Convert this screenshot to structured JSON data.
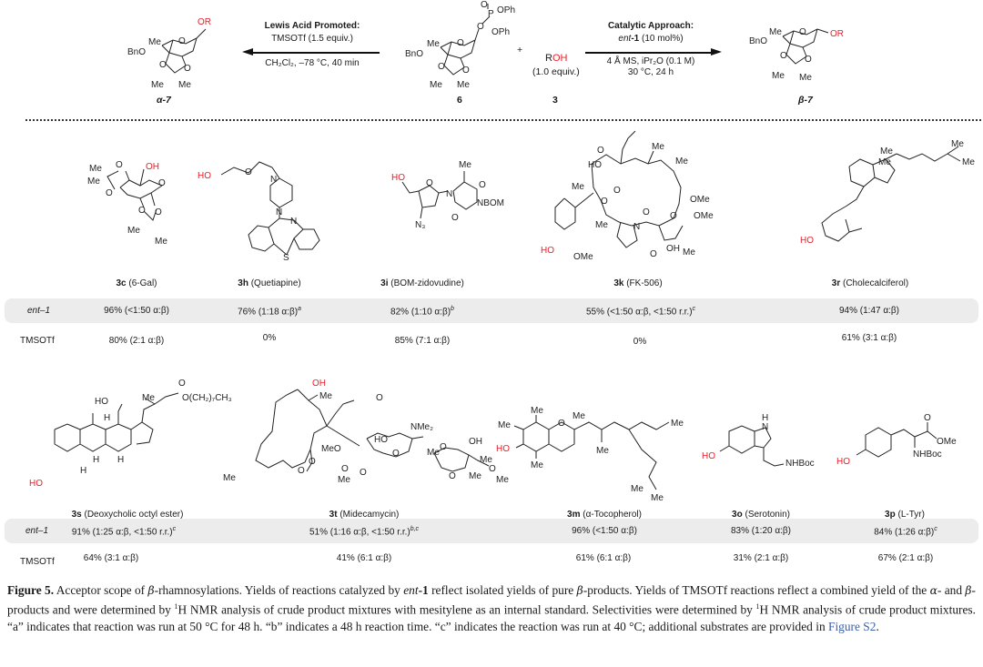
{
  "scheme": {
    "left_product": {
      "label": "α-7",
      "substituent": "OR",
      "groups": [
        "Me",
        "BnO",
        "O",
        "O",
        "O",
        "Me",
        "Me"
      ]
    },
    "left_conditions": {
      "title": "Lewis Acid Promoted:",
      "line1": "TMSOTf (1.5 equiv.)",
      "line2": "CH₂Cl₂, –78 °C, 40 min"
    },
    "donor": {
      "label": "6",
      "groups": [
        "O",
        "P",
        "OPh",
        "OPh",
        "O",
        "Me",
        "BnO",
        "O",
        "O",
        "O",
        "Me",
        "Me"
      ]
    },
    "plus": "+",
    "acceptor": {
      "label": "3",
      "r": "R",
      "oh": "OH",
      "equiv": "(1.0 equiv.)"
    },
    "right_conditions": {
      "title": "Catalytic Approach:",
      "cat_italic": "ent",
      "cat_bold": "-1",
      "cat_rest": " (10 mol%)",
      "line2": "4 Å MS, iPr₂O (0.1 M)",
      "line3": "30 °C, 24 h"
    },
    "right_product": {
      "label": "β-7",
      "substituent": "OR",
      "groups": [
        "Me",
        "BnO",
        "O",
        "O",
        "O",
        "Me",
        "Me"
      ]
    }
  },
  "table": {
    "row_labels": {
      "catalyst": "ent–1",
      "lewis": "TMSOTf"
    },
    "row1": [
      {
        "id": "3c",
        "name": "(6-Gal)",
        "catalyst": "96% (<1:50 α:β)",
        "lewis": "80% (2:1 α:β)"
      },
      {
        "id": "3h",
        "name": "(Quetiapine)",
        "catalyst": "76% (1:18 α:β)",
        "catalyst_note": "a",
        "lewis": "0%"
      },
      {
        "id": "3i",
        "name": "(BOM-zidovudine)",
        "catalyst": "82% (1:10 α:β)",
        "catalyst_note": "b",
        "lewis": "85% (7:1 α:β)"
      },
      {
        "id": "3k",
        "name": "(FK-506)",
        "catalyst": "55% (<1:50 α:β, <1:50 r.r.)",
        "catalyst_note": "c",
        "lewis": "0%"
      },
      {
        "id": "3r",
        "name": "(Cholecalciferol)",
        "catalyst": "94% (1:47 α:β)",
        "lewis": "61% (3:1 α:β)"
      }
    ],
    "row2": [
      {
        "id": "3s",
        "name": "(Deoxycholic octyl ester)",
        "catalyst": "91% (1:25 α:β, <1:50 r.r.)",
        "catalyst_note": "c",
        "lewis": "64% (3:1 α:β)"
      },
      {
        "id": "3t",
        "name": "(Midecamycin)",
        "catalyst": "51% (1:16 α:β, <1:50 r.r.)",
        "catalyst_note": "b,c",
        "lewis": "41% (6:1 α:β)"
      },
      {
        "id": "3m",
        "name": "(α-Tocopherol)",
        "catalyst": "96% (<1:50 α:β)",
        "lewis": "61% (6:1 α:β)"
      },
      {
        "id": "3o",
        "name": "(Serotonin)",
        "catalyst": "83% (1:20 α:β)",
        "lewis": "31% (2:1 α:β)"
      },
      {
        "id": "3p",
        "name": "(L-Tyr)",
        "catalyst": "84% (1:26 α:β)",
        "catalyst_note": "c",
        "lewis": "67% (2:1 α:β)"
      }
    ]
  },
  "structure_labels": {
    "s3c": [
      "Me",
      "Me",
      "O",
      "O",
      "OH",
      "O",
      "O",
      "O",
      "Me",
      "Me"
    ],
    "s3h": [
      "HO",
      "O",
      "N",
      "N",
      "N",
      "S"
    ],
    "s3i": [
      "HO",
      "O",
      "N",
      "N₃",
      "Me",
      "O",
      "NBOM",
      "O"
    ],
    "s3k": [
      "HO",
      "O",
      "Me",
      "Me",
      "Me",
      "O",
      "O",
      "OMe",
      "O",
      "OMe",
      "Me",
      "N",
      "O",
      "O",
      "OH",
      "Me",
      "HO",
      "OMe"
    ],
    "s3r": [
      "Me",
      "Me",
      "Me",
      "Me",
      "HO"
    ],
    "s3s": [
      "Me",
      "O",
      "O(CH₂)₇CH₃",
      "HO",
      "H",
      "H",
      "H",
      "H",
      "HO"
    ],
    "s3t": [
      "OH",
      "Me",
      "O",
      "MeO",
      "HO",
      "NMe₂",
      "O",
      "Me",
      "O",
      "OH",
      "Me",
      "Me",
      "O",
      "O",
      "Me",
      "O",
      "O",
      "Me",
      "O",
      "Me",
      "O"
    ],
    "s3m": [
      "Me",
      "Me",
      "O",
      "Me",
      "HO",
      "Me",
      "Me",
      "Me",
      "Me",
      "Me"
    ],
    "s3o": [
      "H",
      "N",
      "HO",
      "NHBoc"
    ],
    "s3p": [
      "O",
      "OMe",
      "NHBoc",
      "HO"
    ]
  },
  "caption": {
    "fig_label": "Figure 5.",
    "s1a": " Acceptor scope of ",
    "beta": "β",
    "s1b": "-rhamnosylations. Yields of reactions catalyzed by ",
    "ent": "ent",
    "one": "-1",
    "s1c": " reflect isolated yields of pure ",
    "s1d": "-products. Yields of TMSOTf reactions reflect a combined yield of the ",
    "alpha": "α",
    "s1e": "- and ",
    "s1f": "-products and were determined by ",
    "sup1": "1",
    "s1g": "H NMR analysis of crude product mixtures with mesitylene as an internal standard. Selectivities were determined by ",
    "s1h": "H NMR analysis of crude product mixtures. “a” indicates that reaction was run at 50 °C for 48 h. “b” indicates a 48 h reaction time. “c” indicates the reaction was run at 40 °C; additional substrates are provided in ",
    "link": "Figure S2",
    "end": "."
  }
}
